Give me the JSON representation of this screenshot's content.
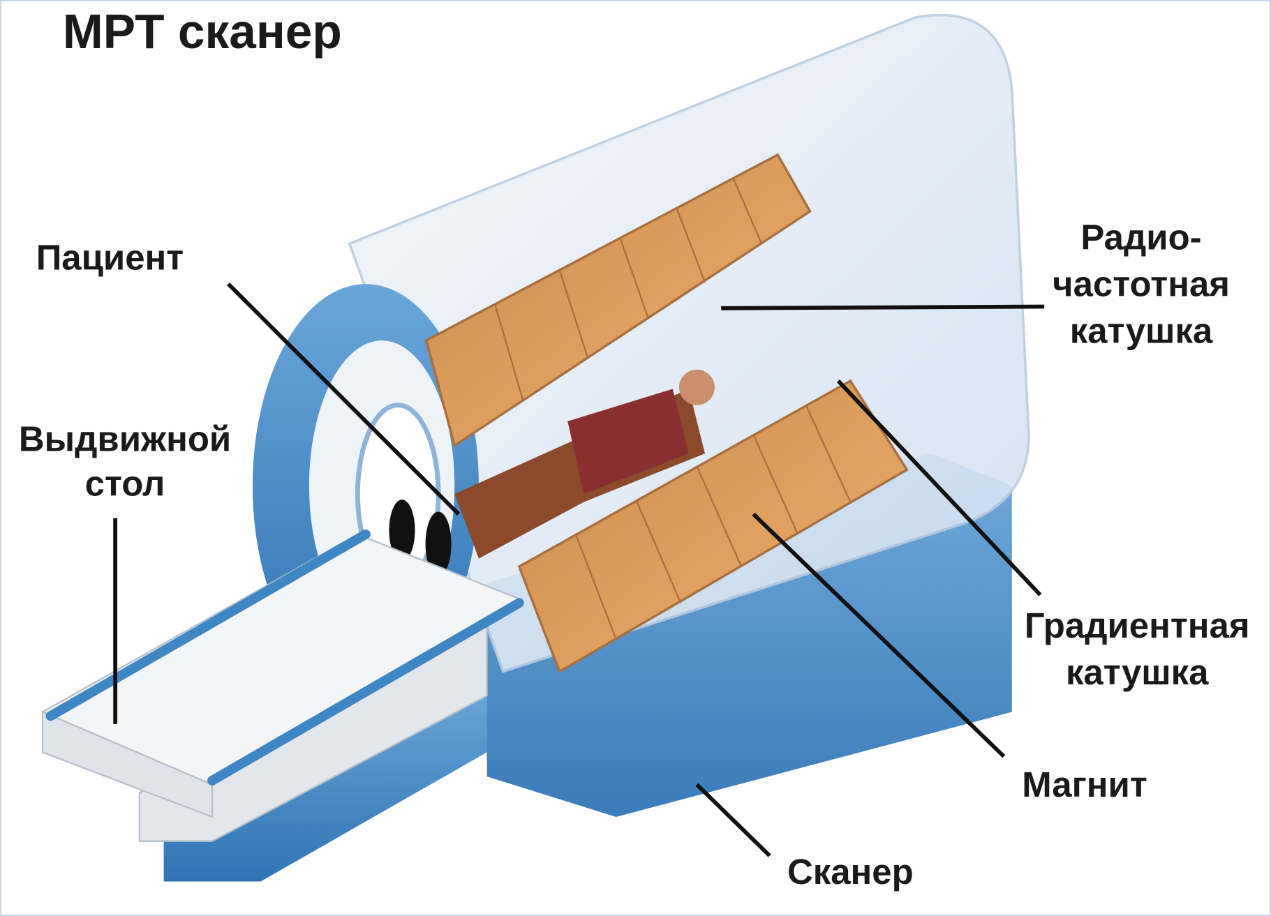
{
  "title": "МРТ сканер",
  "labels": {
    "patient": "Пациент",
    "table_line1": "Выдвижной",
    "table_line2": "стол",
    "rf_line1": "Радио-",
    "rf_line2": "частотная",
    "rf_line3": "катушка",
    "gradient_line1": "Градиентная",
    "gradient_line2": "катушка",
    "magnet": "Магнит",
    "scanner": "Сканер"
  },
  "colors": {
    "scanner_blue": "#3f86c4",
    "housing": "#e6eef7",
    "coil_orange": "#e0a060",
    "table_white": "#f2f4f6"
  }
}
